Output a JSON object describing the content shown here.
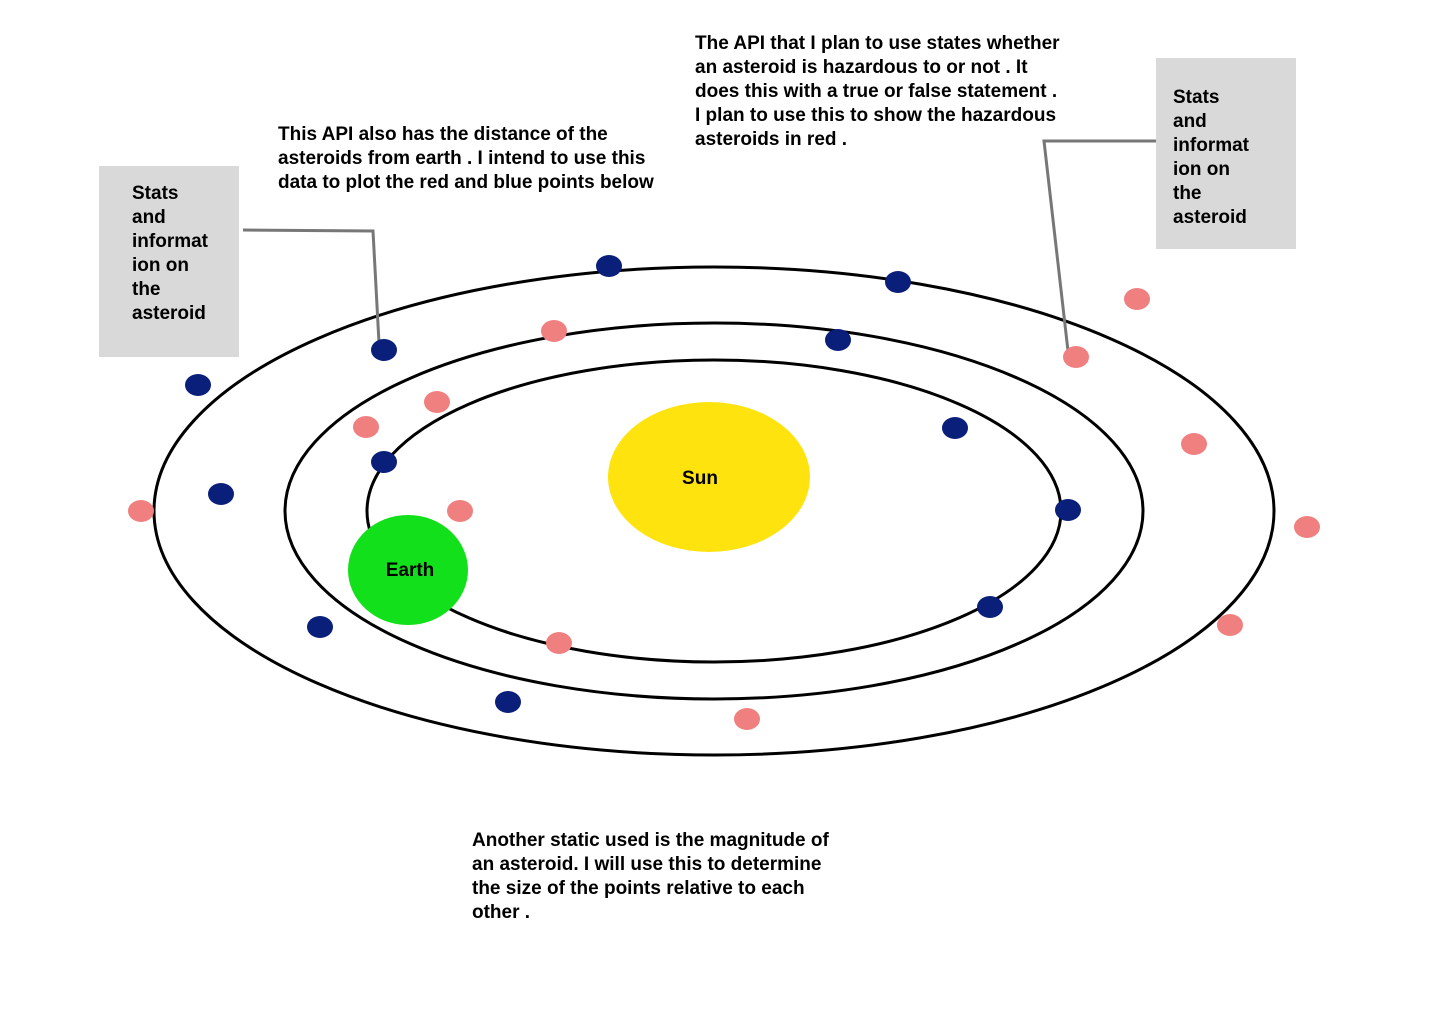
{
  "notes": {
    "hazard": "The API that I plan to use states whether\nan asteroid is hazardous to or not . It\ndoes this with a true or false statement .\nI plan to use this to show the hazardous\nasteroids in red  .",
    "distance": "This API also has the distance of the\nasteroids from earth . I intend to use this\ndata to plot the red and blue points below",
    "magnitude": "Another static used is the magnitude of\nan asteroid. I will use this to determine\nthe size of the points relative to each\nother ."
  },
  "info_boxes": {
    "left": "Stats\nand\ninformat\nion on\nthe\nasteroid",
    "right": "Stats\nand\ninformat\nion on\nthe\nasteroid"
  },
  "bodies": {
    "sun_label": "Sun",
    "earth_label": "Earth"
  },
  "colors": {
    "hazardous": "#f08080",
    "non_hazardous": "#0a1f7a",
    "sun": "#ffe30f",
    "earth": "#12e01a",
    "info_box": "#d9d9d9",
    "connector": "#777777"
  }
}
